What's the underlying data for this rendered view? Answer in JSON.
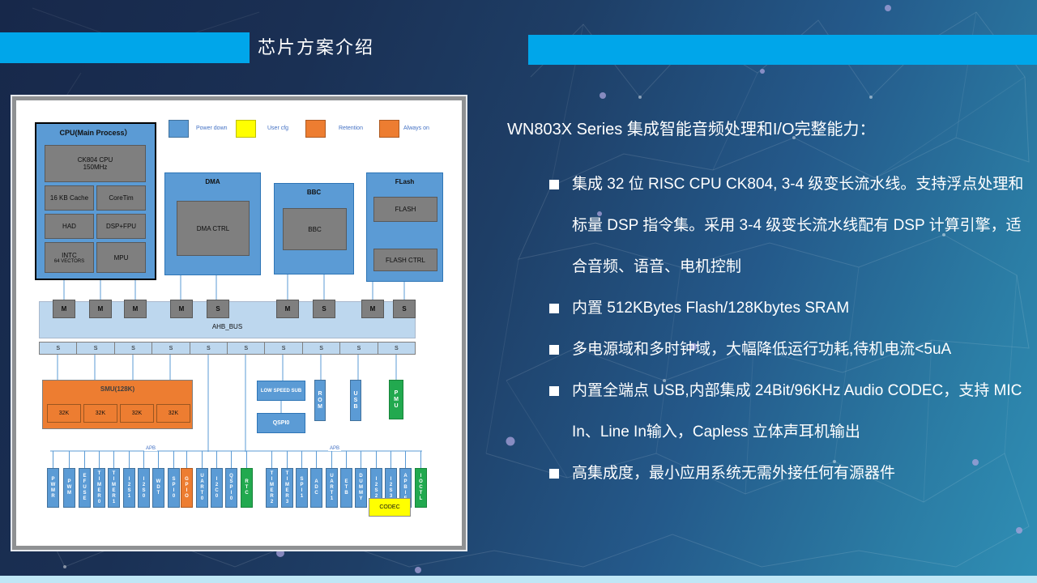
{
  "header": {
    "title": "芯片方案介绍"
  },
  "right_panel": {
    "heading": "WN803X  Series 集成智能音频处理和I/O完整能力：",
    "bullets": [
      "集成 32 位 RISC CPU CK804, 3-4 级变长流水线。支持浮点处理和标量 DSP 指令集。采用 3-4 级变长流水线配有 DSP 计算引擎，适合音频、语音、电机控制",
      "内置 512KBytes Flash/128Kbytes SRAM",
      "多电源域和多时钟域，大幅降低运行功耗,待机电流<5uA",
      "内置全端点 USB,内部集成 24Bit/96KHz Audio CODEC，支持 MIC In、Line In输入，Capless 立体声耳机输出",
      "高集成度，最小应用系统无需外接任何有源器件"
    ]
  },
  "diagram": {
    "legend": [
      {
        "label": "Power down",
        "color": "blue"
      },
      {
        "label": "User cfg",
        "color": "yellow"
      },
      {
        "label": "Retention",
        "color": "orange"
      },
      {
        "label": "Always on",
        "color": "orange"
      }
    ],
    "cpu": {
      "title": "CPU(Main Process）",
      "core_line1": "CK804 CPU",
      "core_line2": "150MHz",
      "cache": "16 KB Cache",
      "coretim": "CoreTim",
      "had": "HAD",
      "dsp": "DSP+FPU",
      "intc_line1": "INTC",
      "intc_line2": "64 VECTORS",
      "mpu": "MPU"
    },
    "dma": {
      "title": "DMA",
      "ctrl": "DMA CTRL"
    },
    "bbc": {
      "title": "BBC",
      "inner": "BBC"
    },
    "flash": {
      "title": "FLash",
      "mem": "FLASH",
      "ctrl": "FLASH CTRL"
    },
    "ahb": {
      "label": "AHB_BUS",
      "top_ports": [
        "M",
        "M",
        "M",
        "M",
        "S",
        "M",
        "S",
        "M",
        "S"
      ],
      "bottom_ports": [
        "S",
        "S",
        "S",
        "S",
        "S",
        "S",
        "S",
        "S",
        "S",
        "S"
      ]
    },
    "smu": {
      "title": "SMU(128K)",
      "banks": [
        "32K",
        "32K",
        "32K",
        "32K"
      ]
    },
    "blocks": {
      "low_speed": "LOW SPEED SUB",
      "qspi": "QSPI0",
      "rom": "ROM",
      "usb": "USB",
      "pmu": "PMU"
    },
    "apb_left": {
      "label": "APB",
      "boxes": [
        {
          "label": "PWMR",
          "color": "blue"
        },
        {
          "label": "PWM",
          "color": "blue"
        },
        {
          "label": "EFUSE",
          "color": "blue"
        },
        {
          "label": "TIMER0",
          "color": "blue"
        },
        {
          "label": "TIMER1",
          "color": "blue"
        },
        {
          "label": "I2S1",
          "color": "blue"
        },
        {
          "label": "I2S0",
          "color": "blue"
        },
        {
          "label": "WDT",
          "color": "blue"
        },
        {
          "label": "SPI0",
          "color": "blue"
        },
        {
          "label": "GPIO",
          "color": "orange"
        },
        {
          "label": "UART0",
          "color": "blue"
        },
        {
          "label": "I2C0",
          "color": "blue"
        },
        {
          "label": "QSPI0",
          "color": "blue"
        },
        {
          "label": "RTC",
          "color": "green"
        }
      ]
    },
    "apb_right": {
      "label": "APB",
      "boxes": [
        {
          "label": "TIMER2",
          "color": "blue"
        },
        {
          "label": "TIMER3",
          "color": "blue"
        },
        {
          "label": "SPI1",
          "color": "blue"
        },
        {
          "label": "ADC",
          "color": "blue"
        },
        {
          "label": "UART1",
          "color": "blue"
        },
        {
          "label": "ETB",
          "color": "blue"
        },
        {
          "label": "DUMMY",
          "color": "blue"
        },
        {
          "label": "I2S2",
          "color": "blue"
        },
        {
          "label": "I2S3",
          "color": "blue"
        },
        {
          "label": "APBIF",
          "color": "blue"
        },
        {
          "label": "IOCTL",
          "color": "green"
        }
      ],
      "codec": "CODEC"
    },
    "colors": {
      "power_down_blue": "#5b9bd5",
      "user_cfg_yellow": "#ffff00",
      "retention_orange": "#ed7d31",
      "green": "#22a94f",
      "bus_fill": "#bdd7ee",
      "block_gray": "#7f7f7f"
    }
  },
  "theme": {
    "accent_cyan": "#00a6ea",
    "bottom_strip": "#bfe7f6",
    "background_navy": "#17284a",
    "background_teal": "#2f8fb5"
  }
}
